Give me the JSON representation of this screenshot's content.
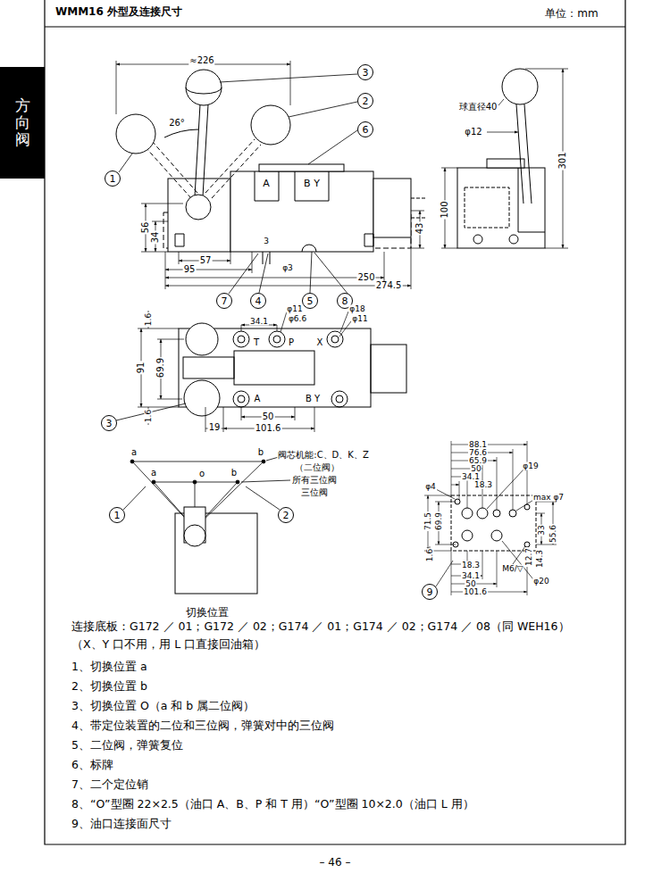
{
  "diagram": {
    "title": "WMM16 外型及连接尺寸",
    "nodes": [
      {
        "text": [
          "方向阀"
        ]
      },
      {
        "text": [
          "3"
        ]
      },
      {
        "text": [
          "2"
        ]
      },
      {
        "text": [
          "6"
        ]
      },
      {
        "text": [
          "1"
        ]
      },
      {
        "text": [
          "7"
        ]
      },
      {
        "text": [
          "4"
        ]
      },
      {
        "text": [
          "5"
        ]
      },
      {
        "text": [
          "8"
        ]
      },
      {
        "text": [
          "3"
        ]
      },
      {
        "text": [
          "1"
        ]
      },
      {
        "text": [
          "2"
        ]
      },
      {
        "text": [
          "9"
        ]
      }
    ],
    "labels": [
      "单位：mm",
      "≈226",
      "26°",
      "球直径40",
      "φ12",
      "A",
      "B Y",
      "56",
      "34",
      "43",
      "100",
      "301",
      "3",
      "φ3",
      "57",
      "95",
      "250",
      "274.5",
      "34.1",
      "φ11",
      "φ6.6",
      "φ18",
      "φ11",
      "T",
      "P",
      "X",
      "1.6",
      "91",
      "69.9",
      "A",
      "B Y",
      "1.6",
      "50",
      "19",
      "101.6",
      "a",
      "b",
      "a",
      "o",
      "b",
      "阀芯机能:C、D、K、Z",
      "（二位阀）",
      "所有三位阀",
      "三位阀",
      "切换位置",
      "88.1",
      "76.6",
      "65.9",
      "50",
      "34.1",
      "18.3",
      "φ19",
      "φ4",
      "max φ7",
      "71.5",
      "69.9",
      "1.6",
      "33",
      "55.6",
      "12.7",
      "14.3",
      "18.3",
      "M6/▽",
      "34.1",
      "50",
      "101.6",
      "φ20",
      "连接底板：G172 ／ 01；G172 ／ 02；G174 ／ 01；G174 ／ 02；G174 ／ 08（同 WEH16）（X、Y 口不用，用 L 口直接回油箱）",
      "1、切换位置 a",
      "2、切换位置 b",
      "3、切换位置 O（a 和 b 属二位阀）",
      "4、带定位装置的二位和三位阀，弹簧对中的三位阀",
      "5、二位阀，弹簧复位",
      "6、标牌",
      "7、二个定位销",
      "8、“O”型圈 22×2.5（油口 A、B、P 和 T 用）“O”型圈 10×2.0（油口 L 用）",
      "9、油口连接面尺寸",
      "– 46 –"
    ]
  }
}
